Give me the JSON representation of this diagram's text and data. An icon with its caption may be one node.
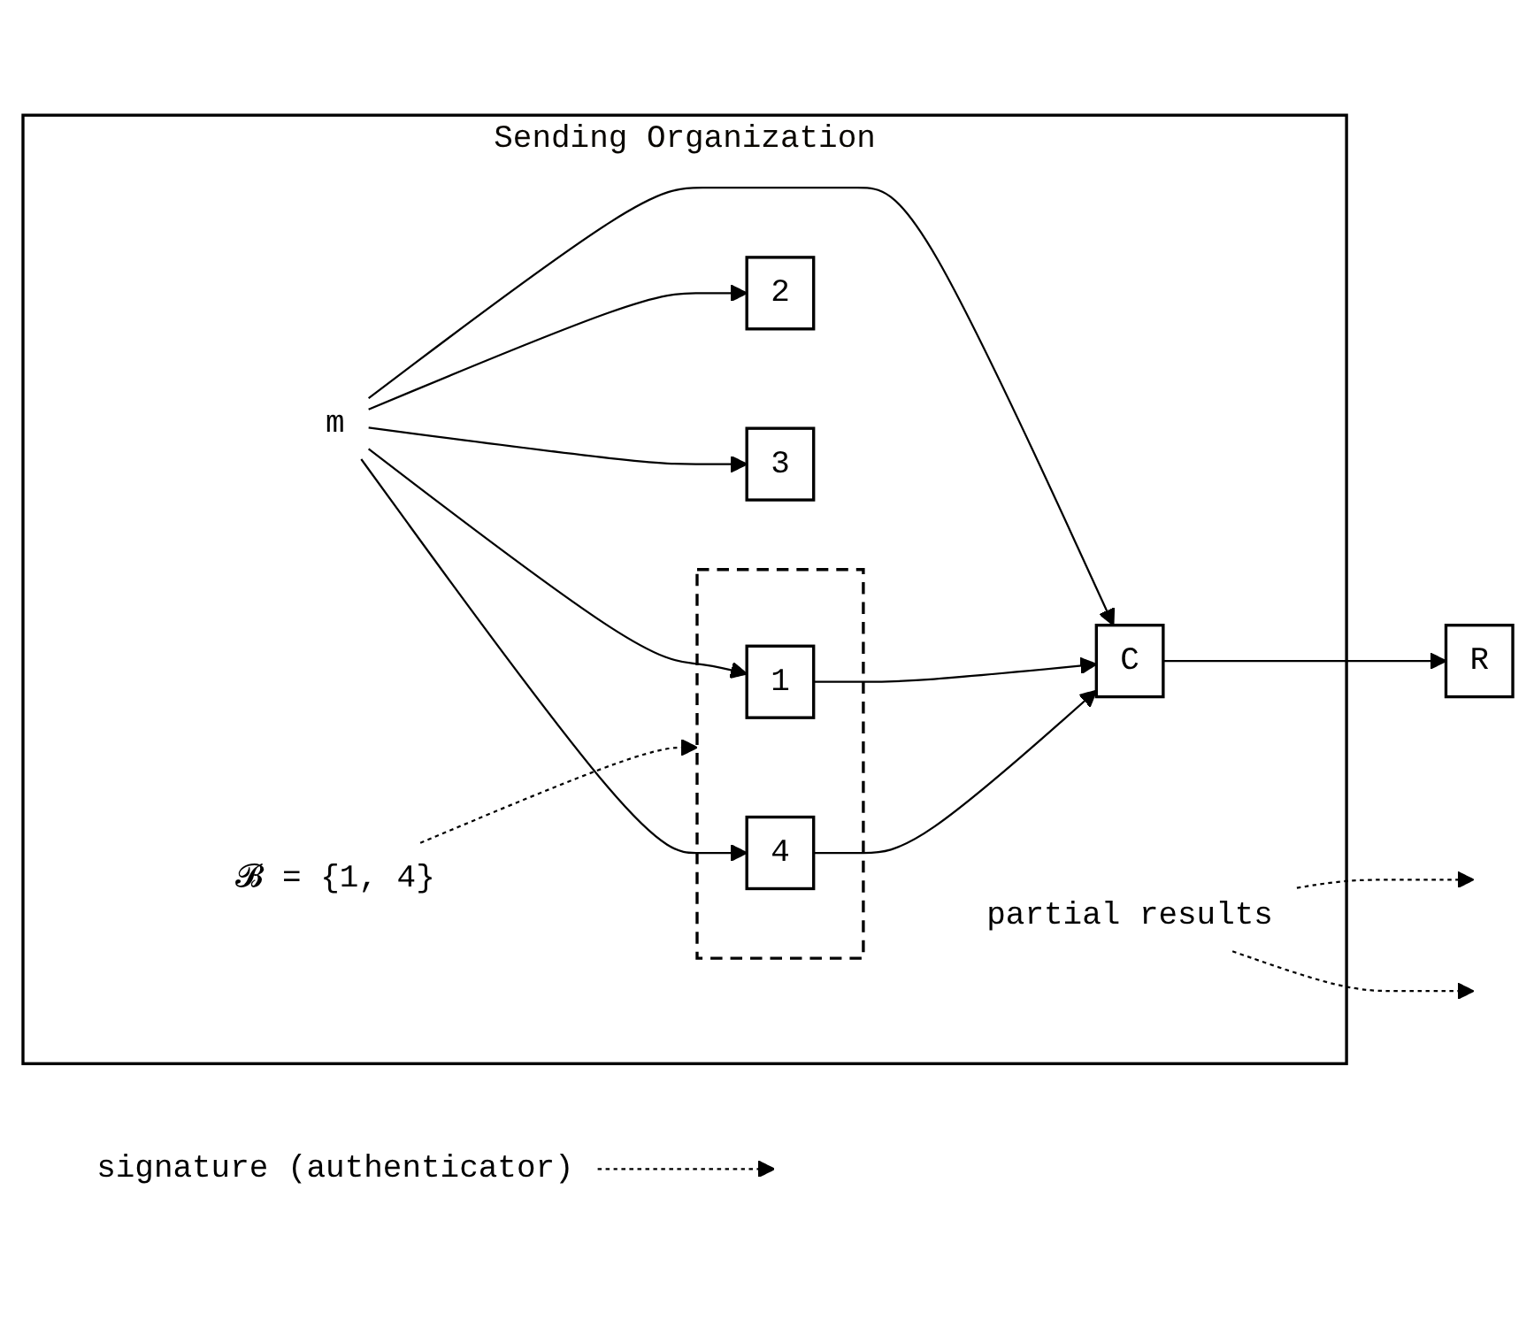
{
  "diagram": {
    "nodes": [
      {
        "text": [
          "Sending Organization"
        ]
      },
      {
        "text": [],
        "shape": "cloud",
        "in": 0
      },
      {
        "text": [
          "1"
        ],
        "in": 1
      },
      {
        "text": [
          "𝓑 = {1, 4}"
        ],
        "in": 0
      },
      {
        "text": [
          "signature (authenticator)"
        ]
      },
      {
        "text": [
          "m"
        ],
        "in": 0
      },
      {
        "text": [
          "2"
        ],
        "in": 0
      },
      {
        "text": [
          "C"
        ],
        "in": 0
      },
      {
        "text": [
          "R"
        ]
      },
      {
        "text": [
          "3"
        ],
        "in": 0
      },
      {
        "text": [
          "4"
        ],
        "in": 1
      },
      {
        "text": [
          "partial results"
        ],
        "in": 0
      }
    ],
    "edges": [
      {
        "from": 5,
        "to": 2,
        "arrow": "to"
      },
      {
        "from": 5,
        "to": 6,
        "arrow": "to"
      },
      {
        "from": 5,
        "to": 7,
        "arrow": "to"
      },
      {
        "from": 5,
        "to": 9,
        "arrow": "to"
      },
      {
        "from": 5,
        "to": 10,
        "arrow": "to"
      },
      {
        "from": 2,
        "to": 7,
        "arrow": "to"
      },
      {
        "from": 10,
        "to": 7,
        "arrow": "to"
      },
      {
        "from": 7,
        "to": 8,
        "arrow": "to"
      },
      {
        "from": 3,
        "to": 1,
        "arrow": "to",
        "style": "dashed"
      },
      {
        "from": 4,
        "to": null,
        "arrow": "to",
        "style": "dashed"
      },
      {
        "from": 11,
        "to": null,
        "arrow": "to",
        "style": "dashed"
      },
      {
        "from": 11,
        "to": null,
        "arrow": "to",
        "style": "dashed"
      }
    ]
  }
}
